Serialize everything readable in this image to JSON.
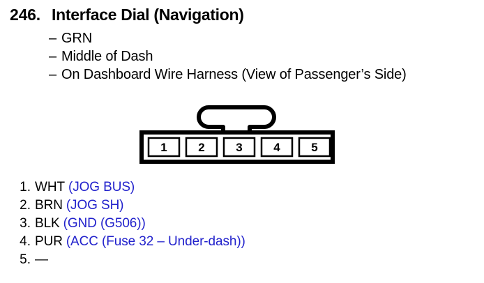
{
  "header": {
    "number": "246.",
    "title": "Interface Dial (Navigation)"
  },
  "bullets": [
    {
      "dash": "–",
      "text": "GRN"
    },
    {
      "dash": "–",
      "text": "Middle of Dash"
    },
    {
      "dash": "–",
      "text": "On Dashboard Wire Harness (View of Passenger’s Side)"
    }
  ],
  "connector": {
    "pin_count": 5,
    "pin_labels": [
      "1",
      "2",
      "3",
      "4",
      "5"
    ],
    "latch_over_pin": "3",
    "line_color": "#000000",
    "fill_color": "#ffffff"
  },
  "pin_list": [
    {
      "index": "1.",
      "wire": "WHT",
      "signal": "(JOG BUS)"
    },
    {
      "index": "2.",
      "wire": "BRN",
      "signal": "(JOG SH)"
    },
    {
      "index": "3.",
      "wire": "BLK",
      "signal": "(GND (G506))"
    },
    {
      "index": "4.",
      "wire": "PUR",
      "signal": "(ACC (Fuse 32 – Under-dash))"
    },
    {
      "index": "5.",
      "wire": "—",
      "signal": ""
    }
  ],
  "colors": {
    "text": "#000000",
    "signal_blue": "#2222cc",
    "background": "#ffffff"
  }
}
